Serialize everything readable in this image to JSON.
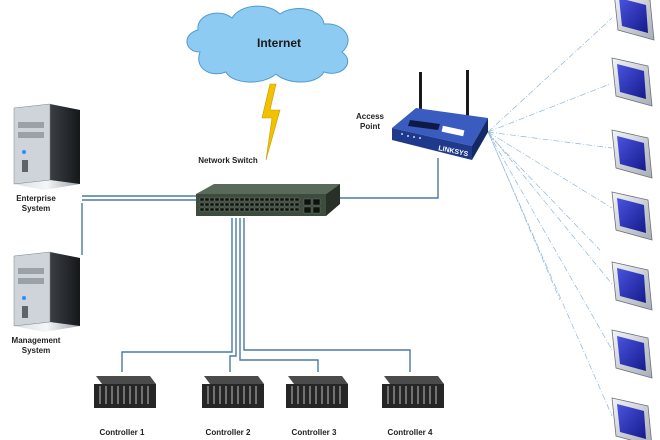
{
  "diagram": {
    "cloud": {
      "label": "Internet"
    },
    "switch": {
      "label": "Network Switch"
    },
    "access_point": {
      "label_line1": "Access",
      "label_line2": "Point",
      "brand": "LINKSYS"
    },
    "servers": [
      {
        "label_line1": "Enterprise",
        "label_line2": "System"
      },
      {
        "label_line1": "Management",
        "label_line2": "System"
      }
    ],
    "controllers": [
      {
        "label": "Controller 1"
      },
      {
        "label": "Controller 2"
      },
      {
        "label": "Controller 3"
      },
      {
        "label": "Controller 4"
      }
    ],
    "tablets_count": 7,
    "colors": {
      "cloud": "#8ecbf2",
      "cable": "#4a7aa6",
      "wireless": "#8fb6d8",
      "bolt": "#f2c200",
      "router": "#2d4fa6",
      "switch": "#3a4a3a",
      "screen": "#2a2fb8"
    }
  }
}
